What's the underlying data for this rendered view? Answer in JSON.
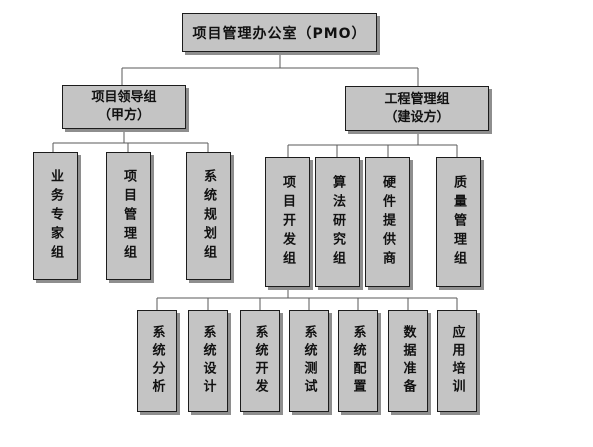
{
  "org_chart": {
    "root": "项目管理办公室（PMO）",
    "groups": {
      "leadership": {
        "title": "项目领导组",
        "subtitle": "（甲方）",
        "members": [
          "业务专家组",
          "项目管理组",
          "系统规划组"
        ]
      },
      "engineering": {
        "title": "工程管理组",
        "subtitle": "（建设方）",
        "members": [
          "项目开发组",
          "算法研究组",
          "硬件提供商",
          "质量管理组"
        ]
      },
      "development": {
        "members": [
          "系统分析",
          "系统设计",
          "系统开发",
          "系统测试",
          "系统配置",
          "数据准备",
          "应用培训"
        ]
      }
    },
    "colors": {
      "box_fill": "#c4c4c4",
      "box_border": "#1c1c1c",
      "shadow": "#8e8e8e",
      "connector": "#5a5a5a"
    }
  }
}
